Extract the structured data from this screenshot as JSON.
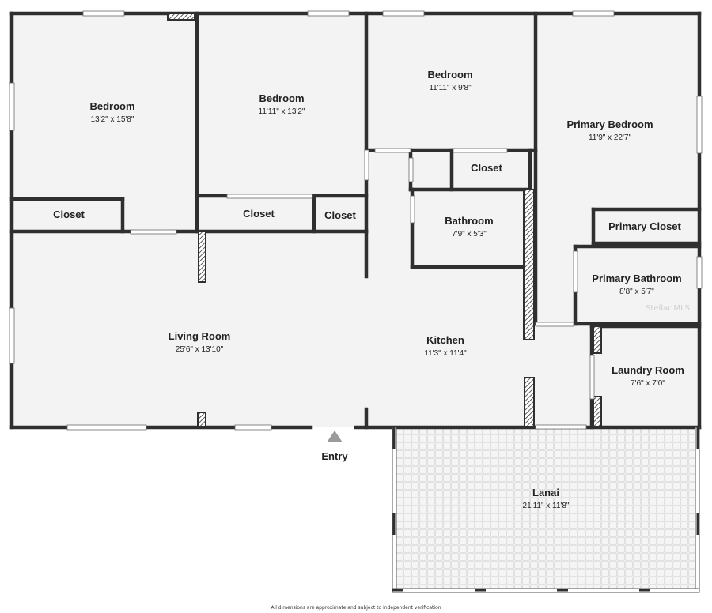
{
  "rooms": {
    "bedroom_1": {
      "name": "Bedroom",
      "dims": "13'2\" x 15'8\""
    },
    "bedroom_2": {
      "name": "Bedroom",
      "dims": "11'11\" x 13'2\""
    },
    "bedroom_3": {
      "name": "Bedroom",
      "dims": "11'11\" x 9'8\""
    },
    "primary_bedroom": {
      "name": "Primary Bedroom",
      "dims": "11'9\" x 22'7\""
    },
    "closet_1": {
      "name": "Closet"
    },
    "closet_2": {
      "name": "Closet"
    },
    "closet_3": {
      "name": "Closet"
    },
    "closet_4": {
      "name": "Closet"
    },
    "bathroom": {
      "name": "Bathroom",
      "dims": "7'9\" x 5'3\""
    },
    "primary_closet": {
      "name": "Primary Closet"
    },
    "primary_bathroom": {
      "name": "Primary Bathroom",
      "dims": "8'8\" x 5'7\""
    },
    "living_room": {
      "name": "Living Room",
      "dims": "25'6\" x 13'10\""
    },
    "kitchen": {
      "name": "Kitchen",
      "dims": "11'3\" x 11'4\""
    },
    "laundry_room": {
      "name": "Laundry Room",
      "dims": "7'6\" x 7'0\""
    },
    "lanai": {
      "name": "Lanai",
      "dims": "21'11\" x 11'8\""
    }
  },
  "entry": {
    "label": "Entry"
  },
  "watermark": "Stellar MLS",
  "disclaimer": "All dimensions are approximate and subject to independent verification",
  "colors": {
    "wall": "#2f2f2f",
    "floor": "#f3f3f3",
    "lanai": "#ececec",
    "window": "#ffffff"
  }
}
